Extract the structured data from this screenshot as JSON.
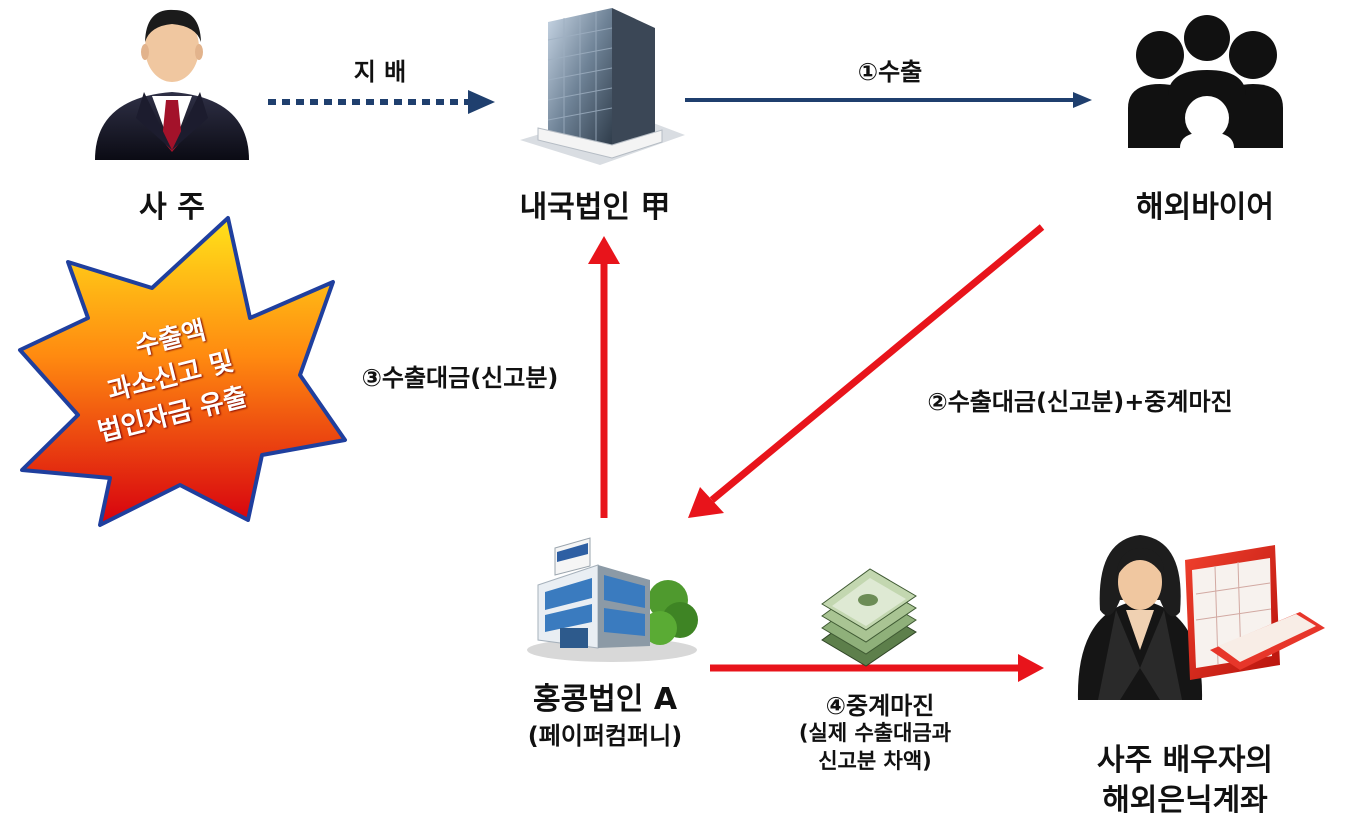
{
  "nodes": {
    "owner": {
      "label": "사 주",
      "icon": "businessman-icon"
    },
    "domestic_corp": {
      "label": "내국법인 甲",
      "icon": "office-tower-icon"
    },
    "overseas_buyer": {
      "label": "해외바이어",
      "icon": "group-of-people-icon"
    },
    "hk_corp": {
      "label": "홍콩법인 A",
      "sublabel": "(페이퍼컴퍼니)",
      "icon": "office-building-icon"
    },
    "spouse_account": {
      "label_line1": "사주 배우자의",
      "label_line2": "해외은닉계좌",
      "icon": "businesswoman-icon"
    }
  },
  "edges": {
    "control": {
      "label": "지 배",
      "style": "dotted",
      "color": "#1f3f6e"
    },
    "export": {
      "label": "①수출",
      "style": "solid",
      "color": "#1f3f6e"
    },
    "payment_to_hk": {
      "label": "②수출대금(신고분)+중계마진",
      "color": "#e8141b"
    },
    "payment_to_domestic": {
      "label": "③수출대금(신고분)",
      "color": "#e8141b"
    },
    "margin_to_spouse": {
      "label": "④중계마진",
      "sublabel_line1": "(실제 수출대금과",
      "sublabel_line2": "신고분 차액)",
      "color": "#e8141b"
    }
  },
  "burst": {
    "line1": "수출액",
    "line2": "과소신고 및",
    "line3": "법인자금 유출"
  },
  "decor": {
    "money_icon": "cash-stack-icon",
    "folder_icon": "open-folder-icon"
  }
}
